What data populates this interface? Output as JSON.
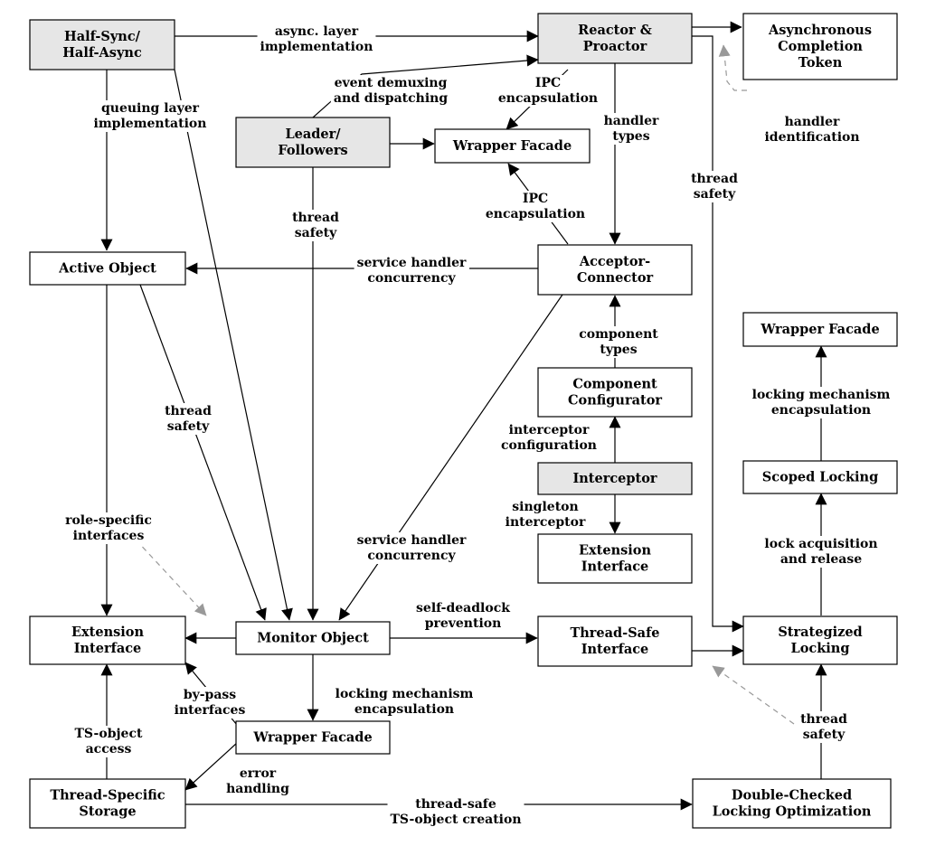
{
  "colors": {
    "shaded": "#e6e6e6",
    "plain": "#ffffff",
    "line": "#000000",
    "dashed": "#999999"
  },
  "nodes": [
    {
      "id": "half-sync",
      "lines": [
        "Half-Sync/",
        "Half-Async"
      ],
      "shaded": true
    },
    {
      "id": "reactor",
      "lines": [
        "Reactor &",
        "Proactor"
      ],
      "shaded": true
    },
    {
      "id": "async-token",
      "lines": [
        "Asynchronous",
        "Completion",
        "Token"
      ],
      "shaded": false
    },
    {
      "id": "leader",
      "lines": [
        "Leader/",
        "Followers"
      ],
      "shaded": true
    },
    {
      "id": "wrapper-top",
      "lines": [
        "Wrapper Facade"
      ],
      "shaded": false
    },
    {
      "id": "active-object",
      "lines": [
        "Active Object"
      ],
      "shaded": false
    },
    {
      "id": "acceptor",
      "lines": [
        "Acceptor-",
        "Connector"
      ],
      "shaded": false
    },
    {
      "id": "wrapper-right",
      "lines": [
        "Wrapper Facade"
      ],
      "shaded": false
    },
    {
      "id": "component",
      "lines": [
        "Component",
        "Configurator"
      ],
      "shaded": false
    },
    {
      "id": "scoped",
      "lines": [
        "Scoped Locking"
      ],
      "shaded": false
    },
    {
      "id": "interceptor",
      "lines": [
        "Interceptor"
      ],
      "shaded": true
    },
    {
      "id": "extension-right",
      "lines": [
        "Extension",
        "Interface"
      ],
      "shaded": false
    },
    {
      "id": "extension-left",
      "lines": [
        "Extension",
        "Interface"
      ],
      "shaded": false
    },
    {
      "id": "monitor",
      "lines": [
        "Monitor Object"
      ],
      "shaded": false
    },
    {
      "id": "thread-safe-if",
      "lines": [
        "Thread-Safe",
        "Interface"
      ],
      "shaded": false
    },
    {
      "id": "strategized",
      "lines": [
        "Strategized",
        "Locking"
      ],
      "shaded": false
    },
    {
      "id": "wrapper-bottom",
      "lines": [
        "Wrapper Facade"
      ],
      "shaded": false
    },
    {
      "id": "tss",
      "lines": [
        "Thread-Specific",
        "Storage"
      ],
      "shaded": false
    },
    {
      "id": "dcl",
      "lines": [
        "Double-Checked",
        "Locking Optimization"
      ],
      "shaded": false
    }
  ],
  "edge_labels": [
    {
      "id": "async-layer",
      "lines": [
        "async. layer",
        "implementation"
      ]
    },
    {
      "id": "event-demux",
      "lines": [
        "event demuxing",
        "and dispatching"
      ]
    },
    {
      "id": "ipc-1",
      "lines": [
        "IPC",
        "encapsulation"
      ]
    },
    {
      "id": "handler-types",
      "lines": [
        "handler",
        "types"
      ]
    },
    {
      "id": "handler-ident",
      "lines": [
        "handler",
        "identification"
      ]
    },
    {
      "id": "queuing-layer",
      "lines": [
        "queuing layer",
        "implementation"
      ]
    },
    {
      "id": "thread-safety-leader",
      "lines": [
        "thread",
        "safety"
      ]
    },
    {
      "id": "ipc-2",
      "lines": [
        "IPC",
        "encapsulation"
      ]
    },
    {
      "id": "thread-safety-reactor",
      "lines": [
        "thread",
        "safety"
      ]
    },
    {
      "id": "service-handler-1",
      "lines": [
        "service handler",
        "concurrency"
      ]
    },
    {
      "id": "component-types",
      "lines": [
        "component",
        "types"
      ]
    },
    {
      "id": "locking-mech-1",
      "lines": [
        "locking mechanism",
        "encapsulation"
      ]
    },
    {
      "id": "thread-safety-active",
      "lines": [
        "thread",
        "safety"
      ]
    },
    {
      "id": "interceptor-config",
      "lines": [
        "interceptor",
        "configuration"
      ]
    },
    {
      "id": "singleton-interceptor",
      "lines": [
        "singleton",
        "interceptor"
      ]
    },
    {
      "id": "role-specific",
      "lines": [
        "role-specific",
        "interfaces"
      ]
    },
    {
      "id": "service-handler-2",
      "lines": [
        "service handler",
        "concurrency"
      ]
    },
    {
      "id": "lock-acq",
      "lines": [
        "lock acquisition",
        "and release"
      ]
    },
    {
      "id": "self-deadlock",
      "lines": [
        "self-deadlock",
        "prevention"
      ]
    },
    {
      "id": "bypass",
      "lines": [
        "by-pass",
        "interfaces"
      ]
    },
    {
      "id": "locking-mech-2",
      "lines": [
        "locking mechanism",
        "encapsulation"
      ]
    },
    {
      "id": "ts-object-access",
      "lines": [
        "TS-object",
        "access"
      ]
    },
    {
      "id": "thread-safety-dcl",
      "lines": [
        "thread",
        "safety"
      ]
    },
    {
      "id": "error-handling",
      "lines": [
        "error",
        "handling"
      ]
    },
    {
      "id": "ts-creation",
      "lines": [
        "thread-safe",
        "TS-object creation"
      ]
    }
  ]
}
